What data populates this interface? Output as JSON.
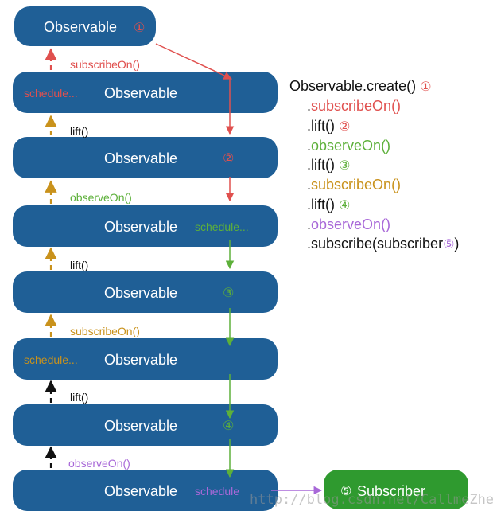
{
  "colors": {
    "bar": "#1f5f96",
    "subscriber": "#2f9a2f",
    "red": "#e0504e",
    "green": "#5db03a",
    "gold": "#c9921c",
    "purple": "#a868d8",
    "black": "#111111"
  },
  "top_box": {
    "label": "Observable",
    "circled": "①"
  },
  "bars": [
    {
      "label": "Observable",
      "left_tag": "schedule...",
      "left_color": "red"
    },
    {
      "label": "Observable",
      "circled": "②",
      "circled_color": "red"
    },
    {
      "label": "Observable",
      "right_tag": "schedule...",
      "right_color": "green"
    },
    {
      "label": "Observable",
      "circled": "③",
      "circled_color": "green"
    },
    {
      "label": "Observable",
      "left_tag": "schedule...",
      "left_color": "gold"
    },
    {
      "label": "Observable",
      "circled": "④",
      "circled_color": "green"
    },
    {
      "label": "Observable",
      "right_tag": "schedule",
      "right_color": "purple"
    }
  ],
  "gap_labels": [
    {
      "text": "subscribeOn()",
      "color": "red"
    },
    {
      "text": "lift()",
      "color": "black"
    },
    {
      "text": "observeOn()",
      "color": "green"
    },
    {
      "text": "lift()",
      "color": "black"
    },
    {
      "text": "subscribeOn()",
      "color": "gold"
    },
    {
      "text": "lift()",
      "color": "black"
    },
    {
      "text": "observeOn()",
      "color": "purple"
    }
  ],
  "subscriber_box": {
    "circled": "⑤",
    "label": "Subscriber"
  },
  "code": [
    {
      "parts": [
        {
          "t": "Observable.create() ",
          "c": "black"
        },
        {
          "t": "①",
          "c": "red",
          "sym": true
        }
      ]
    },
    {
      "parts": [
        {
          "t": ".",
          "c": "black"
        },
        {
          "t": "subscribeOn()",
          "c": "red"
        }
      ]
    },
    {
      "parts": [
        {
          "t": ".lift() ",
          "c": "black"
        },
        {
          "t": "②",
          "c": "red",
          "sym": true
        }
      ]
    },
    {
      "parts": [
        {
          "t": ".",
          "c": "black"
        },
        {
          "t": "observeOn()",
          "c": "green"
        }
      ]
    },
    {
      "parts": [
        {
          "t": ".lift() ",
          "c": "black"
        },
        {
          "t": "③",
          "c": "green",
          "sym": true
        }
      ]
    },
    {
      "parts": [
        {
          "t": ".",
          "c": "black"
        },
        {
          "t": "subscribeOn()",
          "c": "gold"
        }
      ]
    },
    {
      "parts": [
        {
          "t": ".lift() ",
          "c": "black"
        },
        {
          "t": "④",
          "c": "green",
          "sym": true
        }
      ]
    },
    {
      "parts": [
        {
          "t": ".",
          "c": "black"
        },
        {
          "t": "observeOn()",
          "c": "purple"
        }
      ]
    },
    {
      "parts": [
        {
          "t": ".subscribe(subscriber",
          "c": "black"
        },
        {
          "t": "⑤",
          "c": "purple",
          "sym": true
        },
        {
          "t": ")",
          "c": "black"
        }
      ]
    }
  ],
  "watermark": "http://blog.csdn.net/CallmeZhe"
}
